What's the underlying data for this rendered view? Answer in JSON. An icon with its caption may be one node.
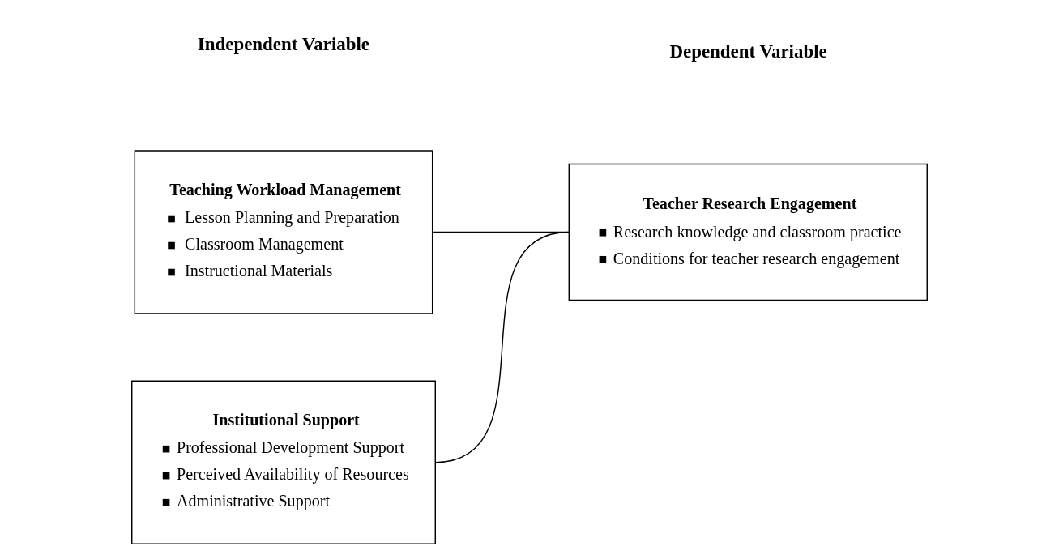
{
  "diagram": {
    "nodes": [
      {
        "text": [
          "Teaching Workload Management",
          "Lesson Planning and Preparation",
          "Classroom Management",
          "Instructional Materials"
        ]
      },
      {
        "text": [
          "Teacher Research Engagement",
          "Research knowledge and classroom practice",
          "Conditions for teacher research engagement"
        ]
      },
      {
        "text": [
          "Institutional Support",
          "Professional Development Support",
          "Perceived Availability of Resources",
          "Administrative Support"
        ]
      }
    ],
    "edges": [
      {
        "from": 0,
        "to": 1,
        "arrow": "none"
      },
      {
        "from": 2,
        "to": 1,
        "arrow": "none"
      }
    ],
    "labels": [
      "Independent Variable",
      "Dependent Variable"
    ]
  }
}
